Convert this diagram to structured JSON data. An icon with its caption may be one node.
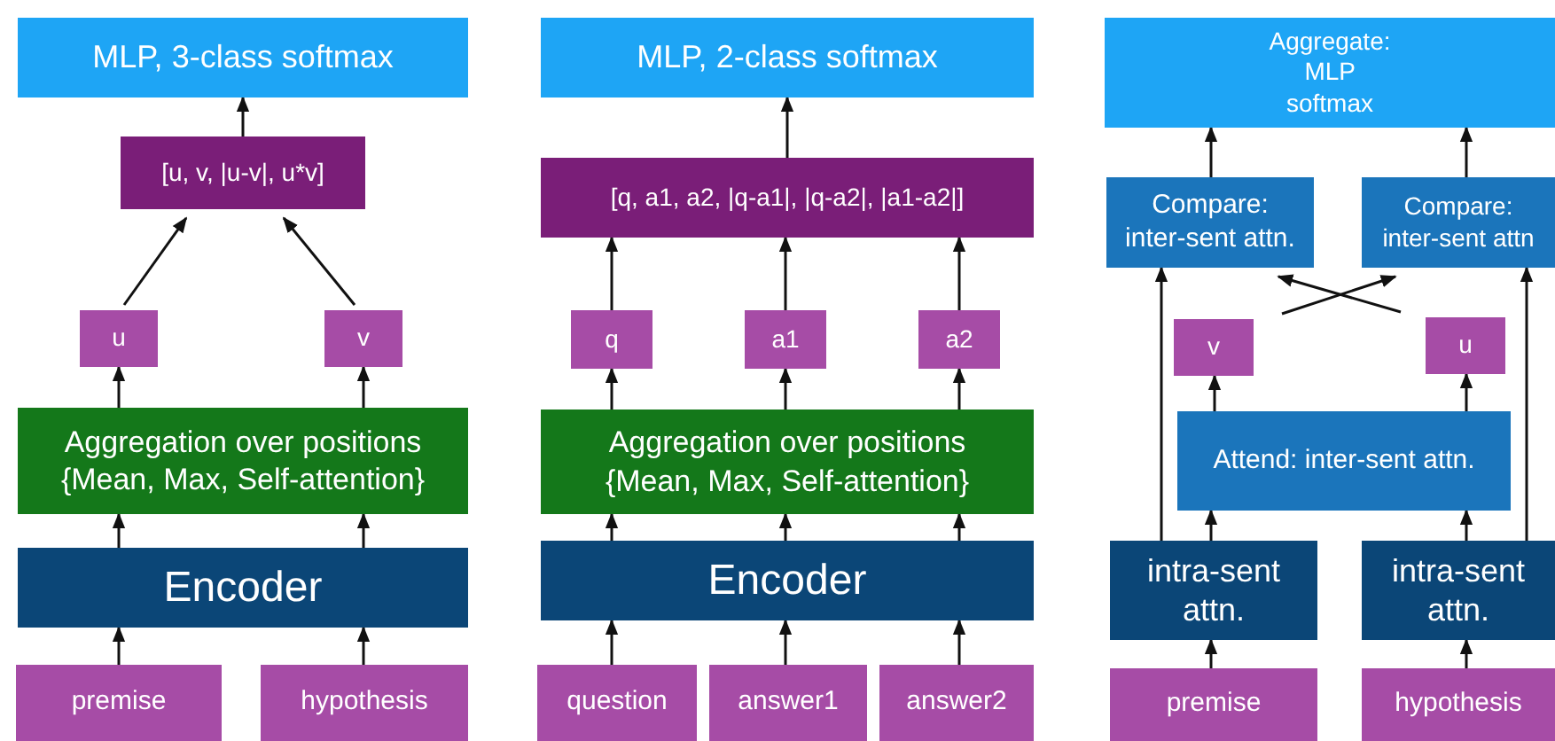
{
  "diagram": {
    "nodes": [
      {
        "text": [
          "MLP, 3-class softmax"
        ]
      },
      {
        "text": [
          "[u, v, |u-v|, u*v]"
        ]
      },
      {
        "text": [
          "u"
        ]
      },
      {
        "text": [
          "v"
        ]
      },
      {
        "text": [
          "Aggregation over positions {Mean, Max, Self-attention}"
        ]
      },
      {
        "text": [
          "Encoder"
        ]
      },
      {
        "text": [
          "premise"
        ]
      },
      {
        "text": [
          "hypothesis"
        ]
      },
      {
        "text": [
          "MLP, 2-class softmax"
        ]
      },
      {
        "text": [
          "[q, a1, a2, |q-a1|, |q-a2|, |a1-a2|]"
        ]
      },
      {
        "text": [
          "q"
        ]
      },
      {
        "text": [
          "a1"
        ]
      },
      {
        "text": [
          "a2"
        ]
      },
      {
        "text": [
          "Aggregation over positions {Mean, Max, Self-attention}"
        ]
      },
      {
        "text": [
          "Encoder"
        ]
      },
      {
        "text": [
          "question"
        ]
      },
      {
        "text": [
          "answer1"
        ]
      },
      {
        "text": [
          "answer2"
        ]
      },
      {
        "text": [
          "Aggregate: MLP softmax"
        ]
      },
      {
        "text": [
          "Compare: inter-sent attn."
        ]
      },
      {
        "text": [
          "Compare: inter-sent attn"
        ]
      },
      {
        "text": [
          "v"
        ]
      },
      {
        "text": [
          "u"
        ]
      },
      {
        "text": [
          "Attend: inter-sent attn."
        ]
      },
      {
        "text": [
          "intra-sent attn."
        ]
      },
      {
        "text": [
          "intra-sent attn."
        ]
      },
      {
        "text": [
          "premise"
        ]
      },
      {
        "text": [
          "hypothesis"
        ]
      }
    ],
    "edges": [
      {
        "from": 1,
        "to": 0,
        "arrow": "to"
      },
      {
        "from": 2,
        "to": 1,
        "arrow": "to"
      },
      {
        "from": 3,
        "to": 1,
        "arrow": "to"
      },
      {
        "from": 4,
        "to": 2,
        "arrow": "to"
      },
      {
        "from": 4,
        "to": 3,
        "arrow": "to"
      },
      {
        "from": 5,
        "to": 4,
        "arrow": "to"
      },
      {
        "from": 5,
        "to": 4,
        "arrow": "to"
      },
      {
        "from": 6,
        "to": 5,
        "arrow": "to"
      },
      {
        "from": 7,
        "to": 5,
        "arrow": "to"
      },
      {
        "from": 9,
        "to": 8,
        "arrow": "to"
      },
      {
        "from": 10,
        "to": 9,
        "arrow": "to"
      },
      {
        "from": 11,
        "to": 9,
        "arrow": "to"
      },
      {
        "from": 12,
        "to": 9,
        "arrow": "to"
      },
      {
        "from": 13,
        "to": 10,
        "arrow": "to"
      },
      {
        "from": 13,
        "to": 11,
        "arrow": "to"
      },
      {
        "from": 13,
        "to": 12,
        "arrow": "to"
      },
      {
        "from": 14,
        "to": 13,
        "arrow": "to"
      },
      {
        "from": 14,
        "to": 13,
        "arrow": "to"
      },
      {
        "from": 14,
        "to": 13,
        "arrow": "to"
      },
      {
        "from": 15,
        "to": 14,
        "arrow": "to"
      },
      {
        "from": 16,
        "to": 14,
        "arrow": "to"
      },
      {
        "from": 17,
        "to": 14,
        "arrow": "to"
      },
      {
        "from": 19,
        "to": 18,
        "arrow": "to"
      },
      {
        "from": 20,
        "to": 18,
        "arrow": "to"
      },
      {
        "from": 21,
        "to": 20,
        "arrow": "to"
      },
      {
        "from": 22,
        "to": 19,
        "arrow": "to"
      },
      {
        "from": 23,
        "to": 21,
        "arrow": "to"
      },
      {
        "from": 23,
        "to": 22,
        "arrow": "to"
      },
      {
        "from": 24,
        "to": 23,
        "arrow": "to"
      },
      {
        "from": 25,
        "to": 23,
        "arrow": "to"
      },
      {
        "from": 24,
        "to": 19,
        "arrow": "to"
      },
      {
        "from": 25,
        "to": 20,
        "arrow": "to"
      },
      {
        "from": 26,
        "to": 24,
        "arrow": "to"
      },
      {
        "from": 27,
        "to": 25,
        "arrow": "to"
      }
    ]
  }
}
